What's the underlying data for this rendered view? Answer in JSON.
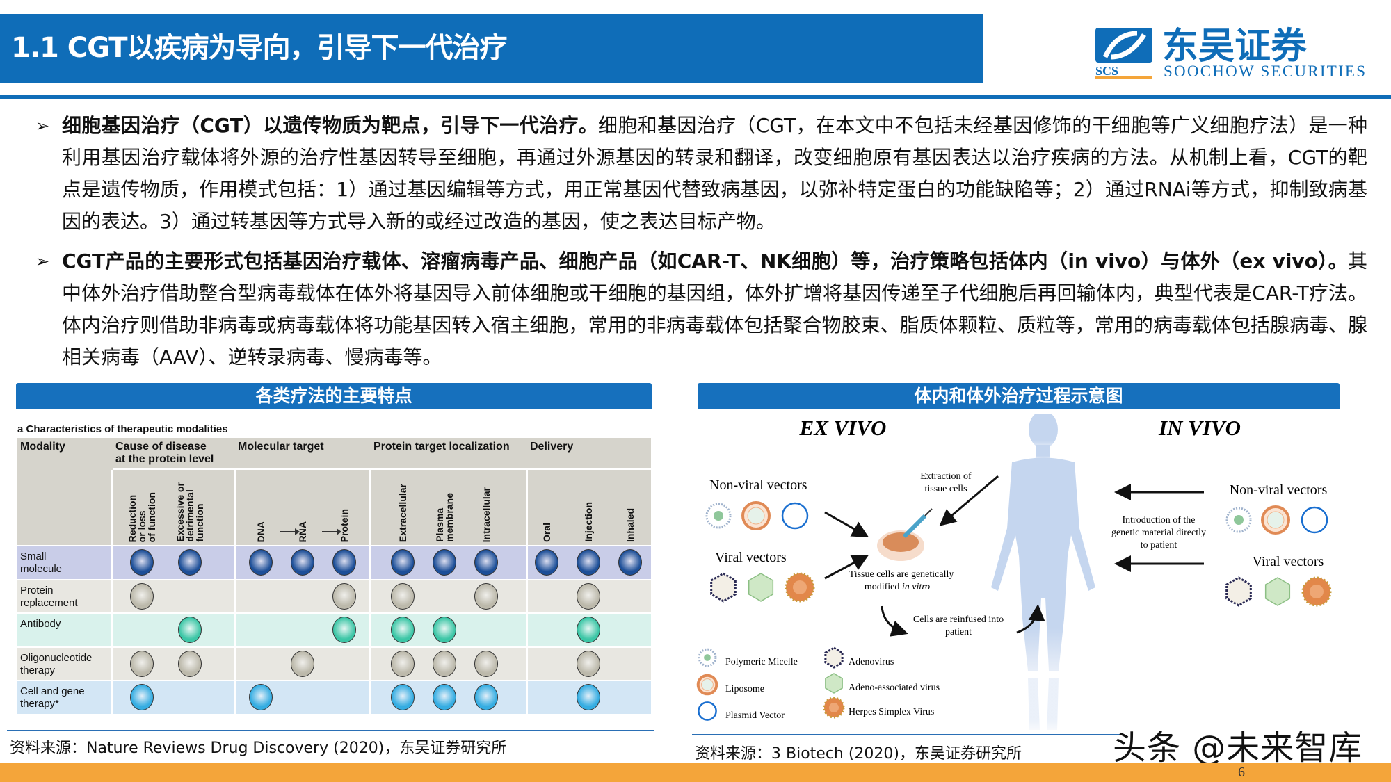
{
  "header": {
    "title": "1.1 CGT以疾病为导向，引导下一代治疗",
    "logo_cn": "东吴证券",
    "logo_en": "SOOCHOW SECURITIES",
    "logo_abbr": "SCS",
    "brand_color": "#0f6db8",
    "accent_color": "#f4a53a"
  },
  "paragraphs": [
    {
      "lead": "细胞基因治疗（CGT）以遗传物质为靶点，引导下一代治疗。",
      "rest": "细胞和基因治疗（CGT，在本文中不包括未经基因修饰的干细胞等广义细胞疗法）是一种利用基因治疗载体将外源的治疗性基因转导至细胞，再通过外源基因的转录和翻译，改变细胞原有基因表达以治疗疾病的方法。从机制上看，CGT的靶点是遗传物质，作用模式包括：1）通过基因编辑等方式，用正常基因代替致病基因，以弥补特定蛋白的功能缺陷等；2）通过RNAi等方式，抑制致病基因的表达。3）通过转基因等方式导入新的或经过改造的基因，使之表达目标产物。"
    },
    {
      "lead": "CGT产品的主要形式包括基因治疗载体、溶瘤病毒产品、细胞产品（如CAR-T、NK细胞）等，治疗策略包括体内（in vivo）与体外（ex vivo）。",
      "rest": "其中体外治疗借助整合型病毒载体在体外将基因导入前体细胞或干细胞的基因组，体外扩增将基因传递至子代细胞后再回输体内，典型代表是CAR-T疗法。体内治疗则借助非病毒或病毒载体将功能基因转入宿主细胞，常用的非病毒载体包括聚合物胶束、脂质体颗粒、质粒等，常用的病毒载体包括腺病毒、腺相关病毒（AAV）、逆转录病毒、慢病毒等。"
    }
  ],
  "left_panel": {
    "title": "各类疗法的主要特点",
    "caption_letter": "a",
    "caption": "Characteristics of therapeutic modalities",
    "groups": [
      "Modality",
      "Cause of disease\nat the protein level",
      "Molecular target",
      "Protein target localization",
      "Delivery"
    ],
    "subcolumns": [
      "Reduction\nor loss\nof function",
      "Excessive or\ndetrimental\nfunction",
      "DNA",
      "RNA",
      "Protein",
      "Extracellular",
      "Plasma\nmembrane",
      "Intracellular",
      "Oral",
      "Injection",
      "Inhaled"
    ],
    "rows": [
      {
        "label": "Small\nmolecule",
        "color": "#1d4f98",
        "bg": "#c9cde8",
        "marks": [
          1,
          1,
          1,
          1,
          1,
          1,
          1,
          1,
          1,
          1,
          1
        ]
      },
      {
        "label": "Protein\nreplacement",
        "color": "#bcb9ab",
        "bg": "#e8e7e1",
        "marks": [
          1,
          0,
          0,
          0,
          1,
          1,
          0,
          1,
          0,
          1,
          0
        ]
      },
      {
        "label": "Antibody",
        "color": "#3cc6a6",
        "bg": "#d9f2ec",
        "marks": [
          0,
          1,
          0,
          0,
          1,
          1,
          1,
          0,
          0,
          1,
          0
        ]
      },
      {
        "label": "Oligonucleotide\ntherapy",
        "color": "#bcb9ab",
        "bg": "#e8e7e1",
        "marks": [
          1,
          1,
          0,
          1,
          0,
          1,
          1,
          1,
          0,
          1,
          0
        ]
      },
      {
        "label": "Cell and gene\ntherapy*",
        "color": "#35ade2",
        "bg": "#d3e6f5",
        "marks": [
          1,
          0,
          1,
          0,
          0,
          1,
          1,
          1,
          0,
          1,
          0
        ]
      }
    ],
    "source": "资料来源：Nature Reviews Drug Discovery (2020)，东吴证券研究所"
  },
  "right_panel": {
    "title": "体内和体外治疗过程示意图",
    "ex_vivo": "EX VIVO",
    "in_vivo": "IN VIVO",
    "non_viral": "Non-viral vectors",
    "viral": "Viral vectors",
    "extraction": [
      "Extraction of",
      "tissue cells"
    ],
    "modified": [
      "Tissue cells are genetically",
      "modified ",
      "in vitro"
    ],
    "reinfused": [
      "Cells are reinfused into",
      "patient"
    ],
    "introduction": [
      "Introduction of the",
      "genetic material directly",
      "to patient"
    ],
    "legend": [
      "Polymeric Micelle",
      "Liposome",
      "Plasmid Vector",
      "Adenovirus",
      "Adeno-associated virus",
      "Herpes Simplex Virus"
    ],
    "source": "资料来源：3 Biotech (2020)，东吴证券研究所"
  },
  "watermark": "头条 @未来智库",
  "page_number": "6"
}
